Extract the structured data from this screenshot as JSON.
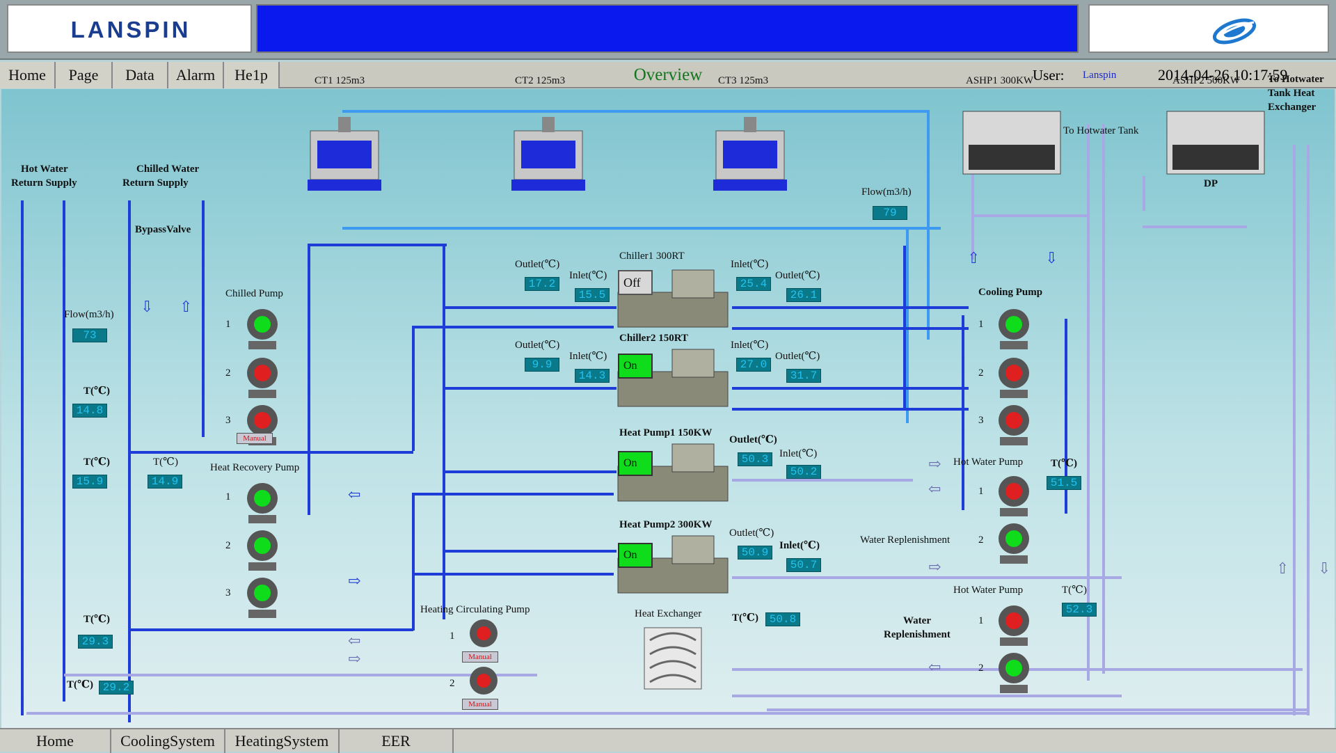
{
  "header": {
    "logo": "LANSPIN"
  },
  "menu": {
    "items": [
      "Home",
      "Page",
      "Data",
      "Alarm",
      "He1p"
    ],
    "title": "Overview",
    "user_label": "User:",
    "user_name": "Lanspin",
    "datetime": "2014-04-26 10:17:59"
  },
  "footer": {
    "items": [
      "Home",
      "CoolingSystem",
      "HeatingSystem",
      "EER"
    ]
  },
  "labels": {
    "ct1": "CT1 125m3",
    "ct2": "CT2 125m3",
    "ct3": "CT3 125m3",
    "ashp1": "ASHP1 300KW",
    "ashp2": "ASHP2 500KW",
    "to_hotwater_tank": "To Hotwater Tank",
    "to_hx_1": "To Hotwater",
    "to_hx_2": "Tank Heat",
    "to_hx_3": "Exchanger",
    "dp": "DP",
    "hot_water": "Hot Water",
    "return_supply": "Return  Supply",
    "chilled_water": "Chilled Water",
    "return_supply2": "Return      Supply",
    "bypass_valve": "BypassValve",
    "chilled_pump": "Chilled Pump",
    "flow": "Flow(m3/h)",
    "flow2": "Flow(m3/h)",
    "t": "T(℃)",
    "heat_recovery_pump": "Heat Recovery Pump",
    "heating_circ_pump": "Heating Circulating Pump",
    "heat_exchanger": "Heat Exchanger",
    "cooling_pump": "Cooling Pump",
    "hot_water_pump": "Hot Water Pump",
    "water_replenishment": "Water Replenishment",
    "water": "Water",
    "replenishment": "Replenishment",
    "chiller1": "Chiller1 300RT",
    "chiller2": "Chiller2 150RT",
    "heatpump1": "Heat Pump1 150KW",
    "heatpump2": "Heat Pump2 300KW",
    "outlet": "Outlet(℃)",
    "inlet": "Inlet(℃)",
    "manual": "Manual",
    "n1": "1",
    "n2": "2",
    "n3": "3"
  },
  "values": {
    "flow_ct": "79",
    "flow_left": "73",
    "t_hw_1": "14.8",
    "t_hw_2": "15.9",
    "t_hr": "14.9",
    "t_bottom1": "29.3",
    "t_bottom2": "29.2",
    "c1_outlet_l": "17.2",
    "c1_inlet_l": "15.5",
    "c1_inlet_r": "25.4",
    "c1_outlet_r": "26.1",
    "c2_outlet_l": "9.9",
    "c2_inlet_l": "14.3",
    "c2_inlet_r": "27.0",
    "c2_outlet_r": "31.7",
    "hp1_outlet": "50.3",
    "hp1_inlet": "50.2",
    "hp2_outlet": "50.9",
    "hp2_inlet": "50.7",
    "hx_t": "50.8",
    "hwp_t1": "51.5",
    "hwp_t2": "52.3"
  },
  "status": {
    "chiller1": "Off",
    "chiller2": "On",
    "hp1": "On",
    "hp2": "On"
  },
  "colors": {
    "title_bar": "#0a1aef",
    "on": "#0fdc1a",
    "value_bg": "#0a7a8a",
    "value_text": "#24c2f0",
    "overview": "#13761d"
  }
}
